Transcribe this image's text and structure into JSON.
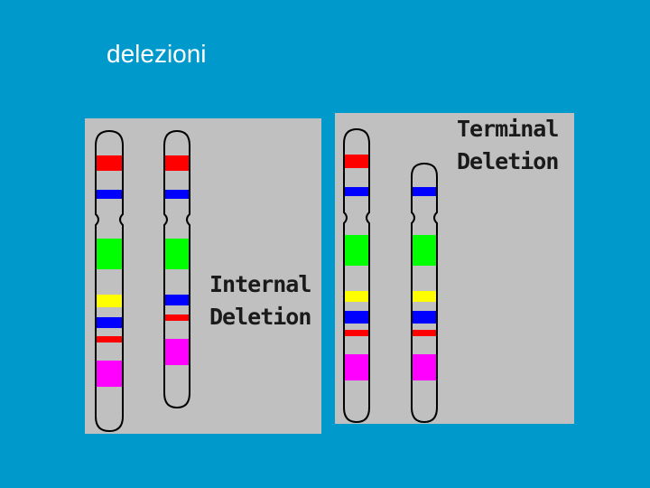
{
  "slide": {
    "title": "delezioni"
  },
  "panels": {
    "internal": {
      "label_line1": "Internal",
      "label_line2": "Deletion"
    },
    "terminal": {
      "label_line1": "Terminal",
      "label_line2": "Deletion"
    }
  },
  "colors": {
    "background": "#0099cc",
    "panel": "#c0c0c0",
    "outline": "#000000",
    "band_red": "#ff0000",
    "band_blue": "#0000ff",
    "band_green": "#00ff00",
    "band_yellow": "#ffff00",
    "band_magenta": "#ff00ff"
  },
  "chromosomes": [
    {
      "panel": "internal",
      "state": "normal",
      "bands": [
        "red",
        "blue",
        "green",
        "yellow",
        "blue",
        "red",
        "magenta"
      ]
    },
    {
      "panel": "internal",
      "state": "deleted",
      "bands": [
        "red",
        "blue",
        "green",
        "blue",
        "red",
        "magenta"
      ]
    },
    {
      "panel": "terminal",
      "state": "normal",
      "bands": [
        "red",
        "blue",
        "green",
        "yellow",
        "blue",
        "red",
        "magenta"
      ]
    },
    {
      "panel": "terminal",
      "state": "deleted",
      "bands": [
        "blue",
        "green",
        "yellow",
        "blue",
        "red",
        "magenta"
      ]
    }
  ]
}
